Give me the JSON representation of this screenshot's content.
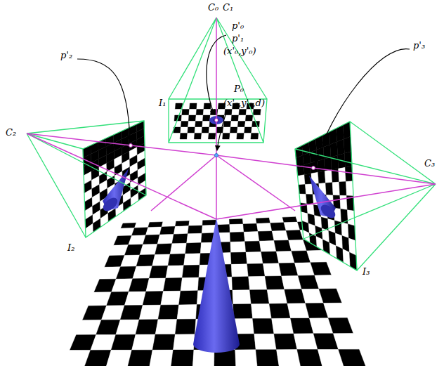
{
  "diagram": {
    "labels": [
      "C₀",
      "C₁",
      "p'₀",
      "p'₁",
      "(x'₀,y'₀)",
      "I₁",
      "p'₂",
      "C₂",
      "P₀",
      "(x'₀,y'₀,d)",
      "p'₃",
      "C₃",
      "I₂",
      "I₃"
    ]
  }
}
